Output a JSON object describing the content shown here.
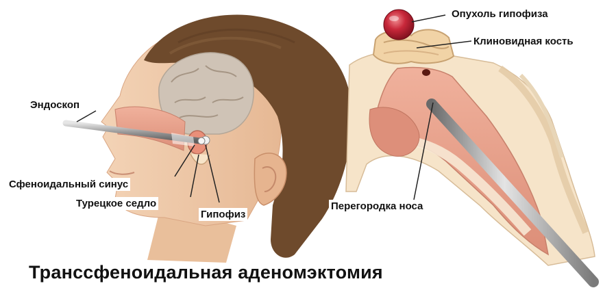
{
  "title": "Транссфеноидальная аденомэктомия",
  "labels": {
    "endoscope": "Эндоскоп",
    "sphenoid_sinus": "Сфеноидальный синус",
    "sella_turcica": "Турецкое седло",
    "pituitary": "Гипофиз",
    "pituitary_tumor": "Опухоль гипофиза",
    "sphenoid_bone": "Клиновидная кость",
    "nasal_septum": "Перегородка носа"
  },
  "colors": {
    "skin": "#efc9a8",
    "hair": "#6e4a2c",
    "brain": "#cfc3b6",
    "nasal_tissue": "#e7a28d",
    "tumor": "#c8283a",
    "endoscope": "#9c9c9c"
  }
}
